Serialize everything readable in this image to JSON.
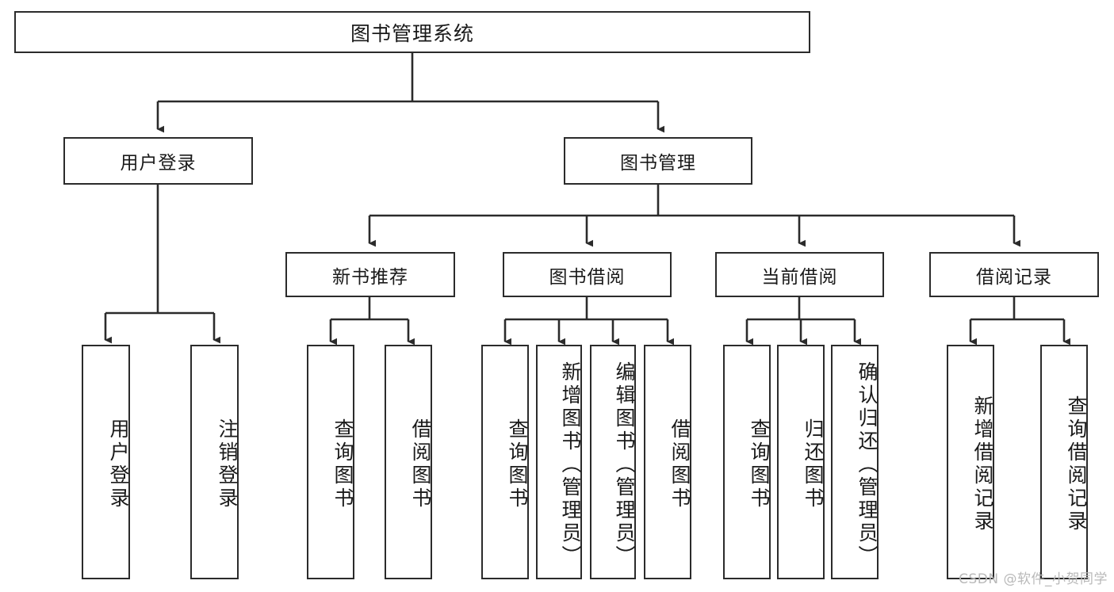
{
  "diagram": {
    "title": "图书管理系统",
    "type": "hierarchy-tree",
    "root": {
      "label": "图书管理系统"
    },
    "level2": [
      {
        "id": "user-login",
        "label": "用户登录"
      },
      {
        "id": "book-management",
        "label": "图书管理"
      }
    ],
    "level3": [
      {
        "id": "new-book-recommend",
        "label": "新书推荐"
      },
      {
        "id": "book-borrow",
        "label": "图书借阅"
      },
      {
        "id": "current-borrow",
        "label": "当前借阅"
      },
      {
        "id": "borrow-record",
        "label": "借阅记录"
      }
    ],
    "leaves": [
      {
        "id": "leaf-user-login",
        "label": "用户登录",
        "parent": "user-login"
      },
      {
        "id": "leaf-logout-login",
        "label": "注销登录",
        "parent": "user-login"
      },
      {
        "id": "leaf-query-book-1",
        "label": "查询图书",
        "parent": "new-book-recommend"
      },
      {
        "id": "leaf-borrow-book-1",
        "label": "借阅图书",
        "parent": "new-book-recommend"
      },
      {
        "id": "leaf-query-book-2",
        "label": "查询图书",
        "parent": "book-borrow"
      },
      {
        "id": "leaf-add-book",
        "label": "新增图书（管理员）",
        "parent": "book-borrow"
      },
      {
        "id": "leaf-edit-book",
        "label": "编辑图书（管理员）",
        "parent": "book-borrow"
      },
      {
        "id": "leaf-borrow-book-2",
        "label": "借阅图书",
        "parent": "book-borrow"
      },
      {
        "id": "leaf-query-book-3",
        "label": "查询图书",
        "parent": "current-borrow"
      },
      {
        "id": "leaf-return-book",
        "label": "归还图书",
        "parent": "current-borrow"
      },
      {
        "id": "leaf-confirm-return",
        "label": "确认归还（管理员）",
        "parent": "current-borrow"
      },
      {
        "id": "leaf-add-borrow-record",
        "label": "新增借阅记录",
        "parent": "borrow-record"
      },
      {
        "id": "leaf-query-borrow-record",
        "label": "查询借阅记录",
        "parent": "borrow-record"
      }
    ],
    "colors": {
      "border": "#2b2b2b",
      "background": "#ffffff",
      "text": "#1a1a1a",
      "connector": "#2b2b2b",
      "watermark": "#b9b9b9"
    }
  },
  "watermark": {
    "text": "CSDN @软件_小贺同学"
  }
}
